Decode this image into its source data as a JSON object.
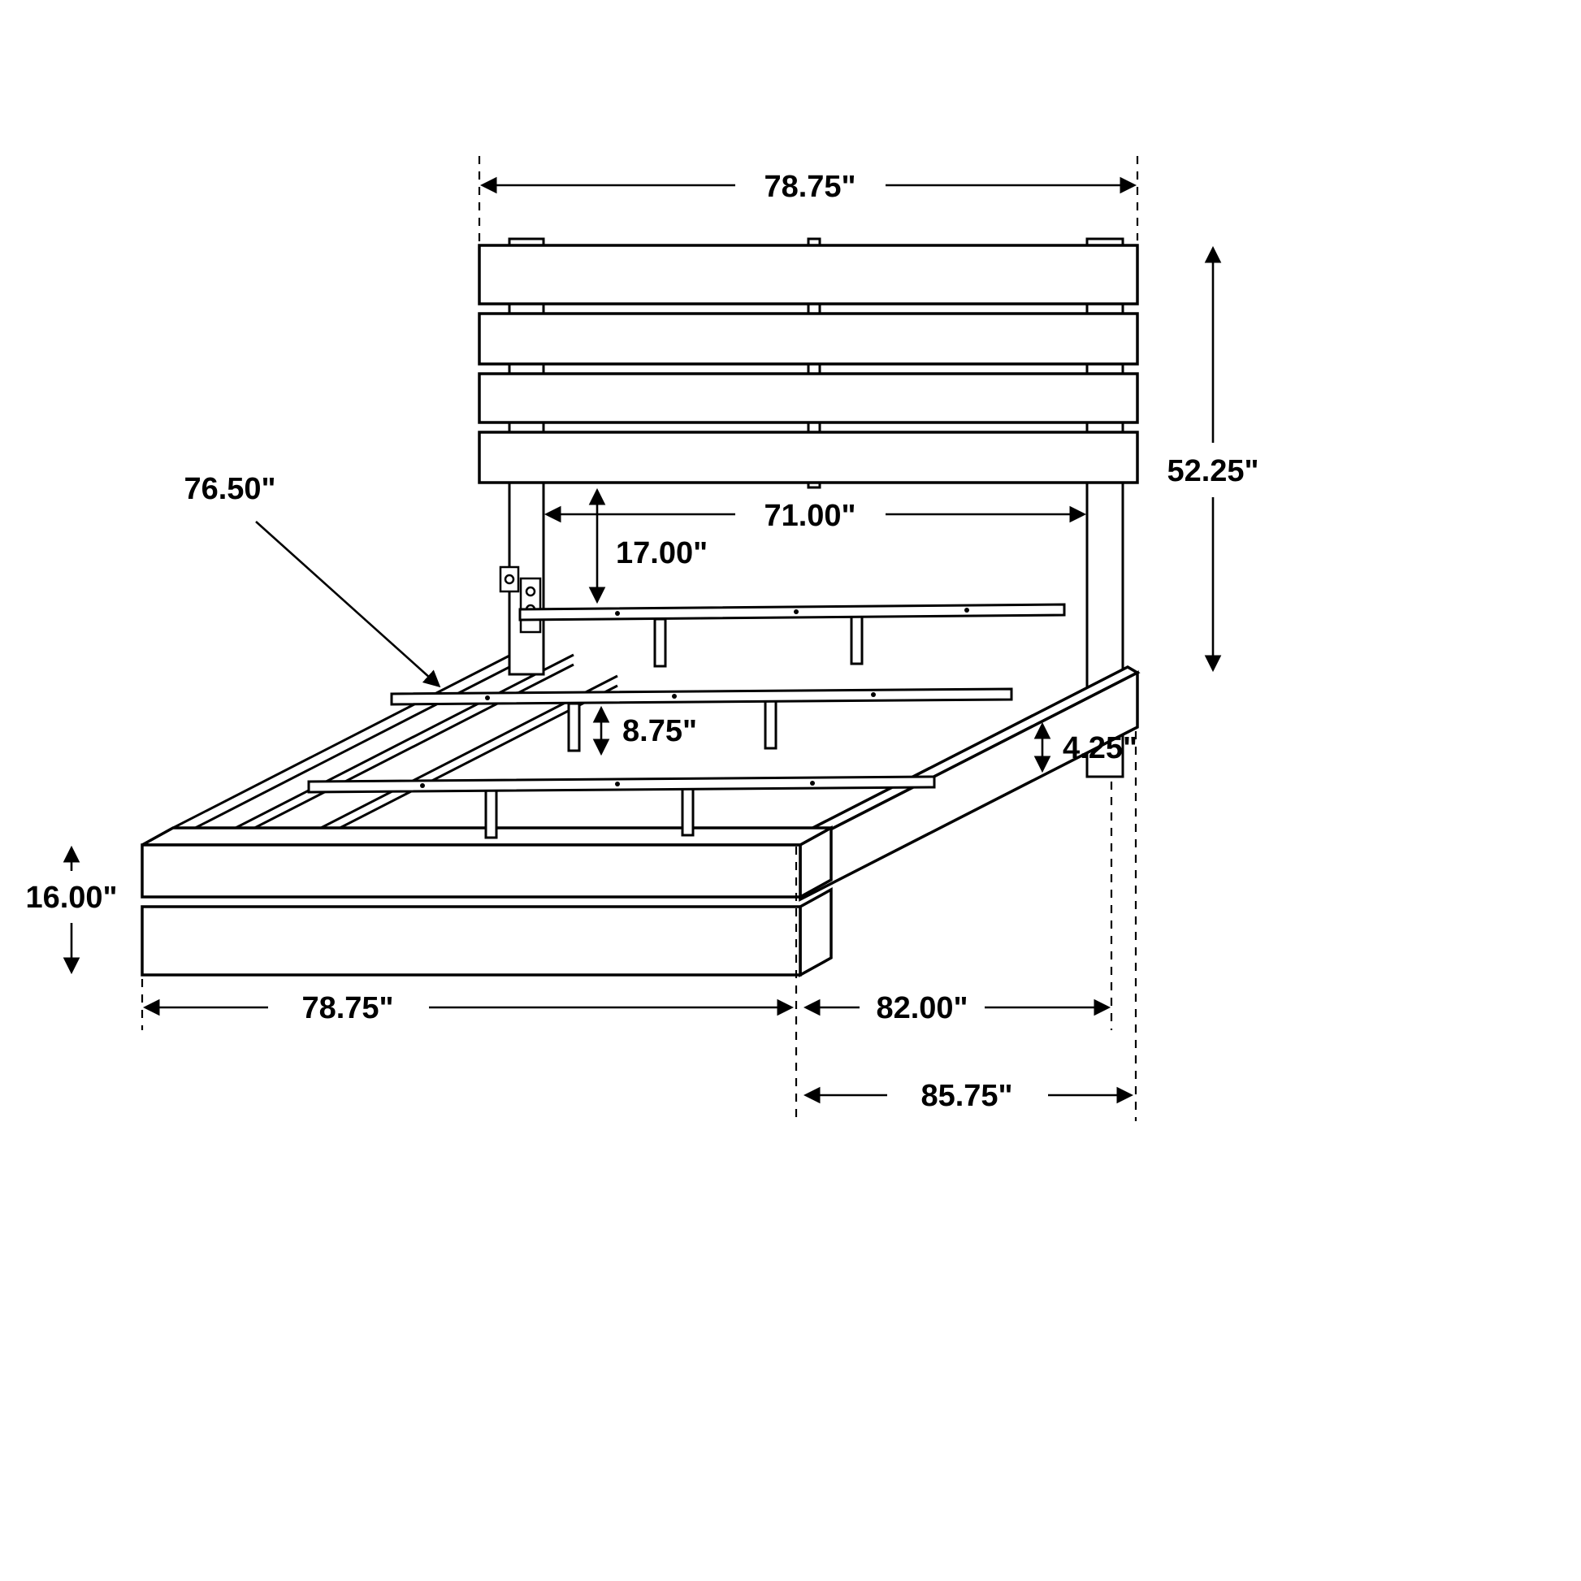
{
  "diagram": {
    "type": "furniture-dimension-drawing",
    "subject": "Platform bed frame with plank headboard",
    "colors": {
      "line": "#000000",
      "background": "#ffffff"
    },
    "labels": {
      "headboard_width": "78.75\"",
      "headboard_height": "52.25\"",
      "slat_clearance_width": "71.00\"",
      "headboard_to_slat_height": "17.00\"",
      "support_rail_length": "76.50\"",
      "slat_platform_height": "8.75\"",
      "side_rail_height": "4.25\"",
      "footboard_height": "16.00\"",
      "footboard_width": "78.75\"",
      "frame_inner_length": "82.00\"",
      "frame_overall_length": "85.75\""
    }
  }
}
